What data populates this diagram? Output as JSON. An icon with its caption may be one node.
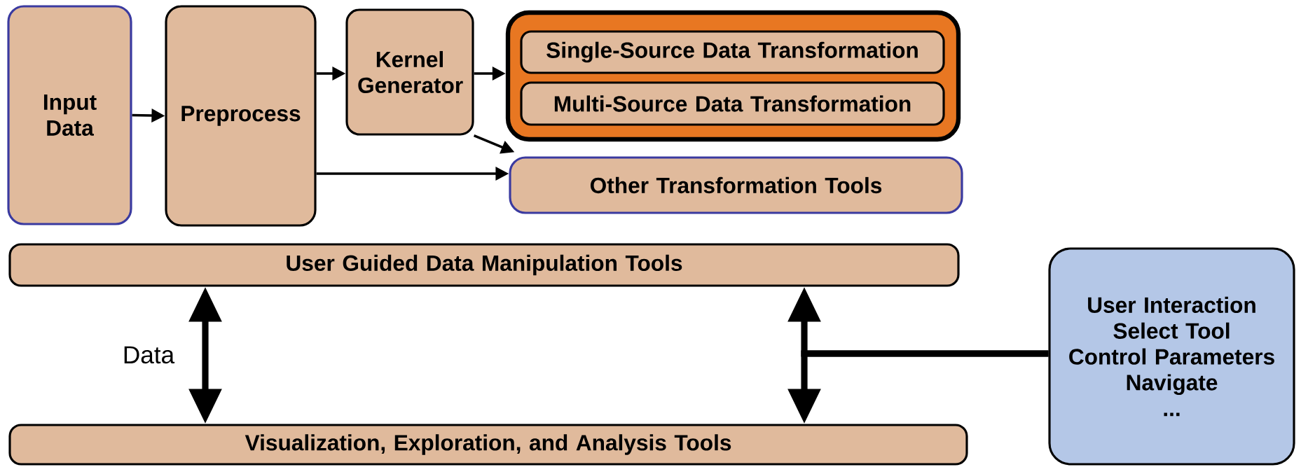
{
  "diagram": {
    "nodes": [
      {
        "text": [
          "Input Data"
        ]
      },
      {
        "text": [
          "Preprocess"
        ]
      },
      {
        "text": [
          "Kernel Generator"
        ]
      },
      {
        "text": [],
        "shape": "box"
      },
      {
        "text": [
          "Single-Source Data Transformation"
        ],
        "in": 3
      },
      {
        "text": [
          "Multi-Source Data Transformation"
        ],
        "in": 3
      },
      {
        "text": [
          "Other Transformation Tools"
        ]
      },
      {
        "text": [
          "User Guided Data Manipulation Tools"
        ]
      },
      {
        "text": [
          "Visualization, Exploration, and Analysis Tools"
        ]
      },
      {
        "text": [
          "User Interaction",
          "Select Tool",
          "Control Parameters",
          "Navigate",
          "..."
        ]
      }
    ],
    "edges": [
      {
        "from": 0,
        "to": 1,
        "arrow": "to"
      },
      {
        "from": 1,
        "to": 2,
        "arrow": "to"
      },
      {
        "from": 2,
        "to": 3,
        "arrow": "to"
      },
      {
        "from": 2,
        "to": 6,
        "arrow": "to"
      },
      {
        "from": 1,
        "to": 6,
        "arrow": "to"
      },
      {
        "from": 7,
        "to": 8,
        "arrow": "both",
        "label": "Data",
        "style": "thick"
      },
      {
        "from": 9,
        "to": 7,
        "arrow": "to",
        "style": "thick"
      },
      {
        "from": 9,
        "to": 8,
        "arrow": "to",
        "style": "thick"
      }
    ]
  }
}
